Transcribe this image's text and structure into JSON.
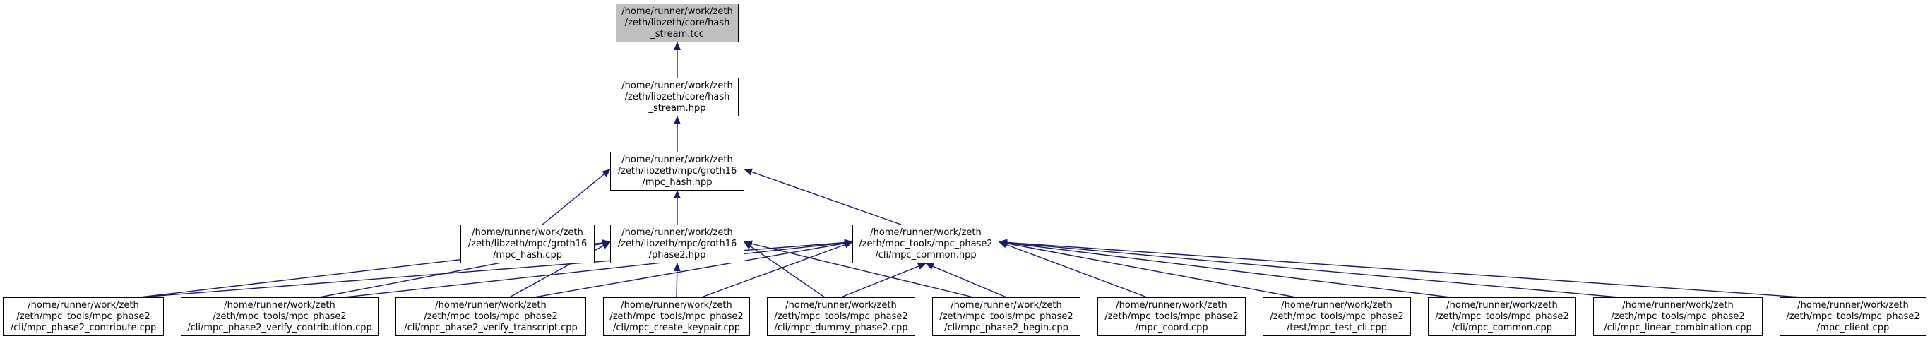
{
  "colors": {
    "edge": "#191970",
    "root_fill": "#bfbfbf",
    "node_fill": "#ffffff",
    "border": "#000000"
  },
  "nodes": {
    "hash_stream_tcc": [
      "/home/runner/work/zeth",
      "/zeth/libzeth/core/hash",
      "_stream.tcc"
    ],
    "hash_stream_hpp": [
      "/home/runner/work/zeth",
      "/zeth/libzeth/core/hash",
      "_stream.hpp"
    ],
    "mpc_hash_hpp": [
      "/home/runner/work/zeth",
      "/zeth/libzeth/mpc/groth16",
      "/mpc_hash.hpp"
    ],
    "mpc_hash_cpp": [
      "/home/runner/work/zeth",
      "/zeth/libzeth/mpc/groth16",
      "/mpc_hash.cpp"
    ],
    "phase2_hpp": [
      "/home/runner/work/zeth",
      "/zeth/libzeth/mpc/groth16",
      "/phase2.hpp"
    ],
    "mpc_common_hpp": [
      "/home/runner/work/zeth",
      "/zeth/mpc_tools/mpc_phase2",
      "/cli/mpc_common.hpp"
    ],
    "phase2_contribute_cpp": [
      "/home/runner/work/zeth",
      "/zeth/mpc_tools/mpc_phase2",
      "/cli/mpc_phase2_contribute.cpp"
    ],
    "verify_contribution_cpp": [
      "/home/runner/work/zeth",
      "/zeth/mpc_tools/mpc_phase2",
      "/cli/mpc_phase2_verify_contribution.cpp"
    ],
    "verify_transcript_cpp": [
      "/home/runner/work/zeth",
      "/zeth/mpc_tools/mpc_phase2",
      "/cli/mpc_phase2_verify_transcript.cpp"
    ],
    "create_keypair_cpp": [
      "/home/runner/work/zeth",
      "/zeth/mpc_tools/mpc_phase2",
      "/cli/mpc_create_keypair.cpp"
    ],
    "dummy_phase2_cpp": [
      "/home/runner/work/zeth",
      "/zeth/mpc_tools/mpc_phase2",
      "/cli/mpc_dummy_phase2.cpp"
    ],
    "phase2_begin_cpp": [
      "/home/runner/work/zeth",
      "/zeth/mpc_tools/mpc_phase2",
      "/cli/mpc_phase2_begin.cpp"
    ],
    "mpc_coord_cpp": [
      "/home/runner/work/zeth",
      "/zeth/mpc_tools/mpc_phase2",
      "/mpc_coord.cpp"
    ],
    "mpc_test_cli_cpp": [
      "/home/runner/work/zeth",
      "/zeth/mpc_tools/mpc_phase2",
      "/test/mpc_test_cli.cpp"
    ],
    "mpc_common_cpp": [
      "/home/runner/work/zeth",
      "/zeth/mpc_tools/mpc_phase2",
      "/cli/mpc_common.cpp"
    ],
    "linear_combination_cpp": [
      "/home/runner/work/zeth",
      "/zeth/mpc_tools/mpc_phase2",
      "/cli/mpc_linear_combination.cpp"
    ],
    "mpc_client_cpp": [
      "/home/runner/work/zeth",
      "/zeth/mpc_tools/mpc_phase2",
      "/mpc_client.cpp"
    ]
  },
  "edges": [
    [
      "hash_stream_hpp",
      "hash_stream_tcc"
    ],
    [
      "mpc_hash_hpp",
      "hash_stream_hpp"
    ],
    [
      "mpc_hash_cpp",
      "mpc_hash_hpp"
    ],
    [
      "phase2_hpp",
      "mpc_hash_hpp"
    ],
    [
      "mpc_common_hpp",
      "mpc_hash_hpp"
    ],
    [
      "phase2_contribute_cpp",
      "phase2_hpp"
    ],
    [
      "verify_contribution_cpp",
      "phase2_hpp"
    ],
    [
      "verify_transcript_cpp",
      "phase2_hpp"
    ],
    [
      "create_keypair_cpp",
      "phase2_hpp"
    ],
    [
      "dummy_phase2_cpp",
      "phase2_hpp"
    ],
    [
      "phase2_begin_cpp",
      "phase2_hpp"
    ],
    [
      "phase2_contribute_cpp",
      "mpc_common_hpp"
    ],
    [
      "verify_contribution_cpp",
      "mpc_common_hpp"
    ],
    [
      "verify_transcript_cpp",
      "mpc_common_hpp"
    ],
    [
      "create_keypair_cpp",
      "mpc_common_hpp"
    ],
    [
      "dummy_phase2_cpp",
      "mpc_common_hpp"
    ],
    [
      "phase2_begin_cpp",
      "mpc_common_hpp"
    ],
    [
      "mpc_coord_cpp",
      "mpc_common_hpp"
    ],
    [
      "mpc_test_cli_cpp",
      "mpc_common_hpp"
    ],
    [
      "mpc_common_cpp",
      "mpc_common_hpp"
    ],
    [
      "linear_combination_cpp",
      "mpc_common_hpp"
    ],
    [
      "mpc_client_cpp",
      "mpc_common_hpp"
    ]
  ]
}
